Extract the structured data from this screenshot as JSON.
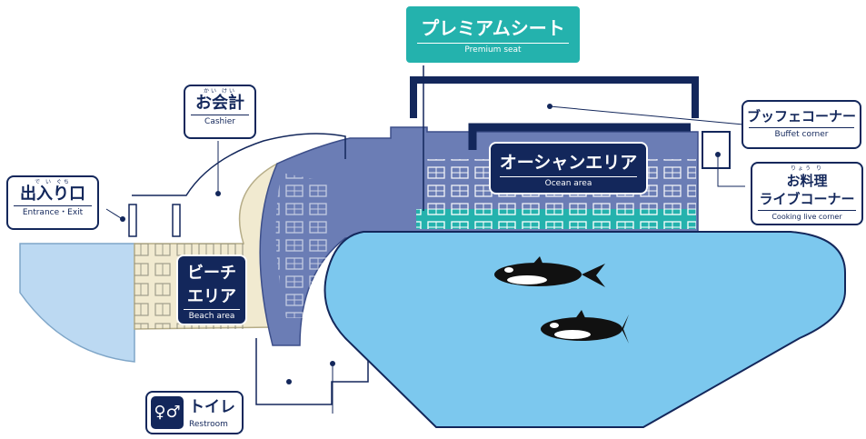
{
  "labels": {
    "premium_seat": {
      "jp": "プレミアムシート",
      "en": "Premium seat"
    },
    "buffet": {
      "jp": "ブッフェコーナー",
      "en": "Buffet corner"
    },
    "cooking": {
      "ruby": "りょう り",
      "jp1": "お料理",
      "jp2": "ライブコーナー",
      "en": "Cooking live corner"
    },
    "cashier": {
      "ruby": "かい けい",
      "jp": "お会計",
      "en": "Cashier"
    },
    "entrance": {
      "ruby": "で い ぐち",
      "jp": "出入り口",
      "en": "Entrance・Exit"
    },
    "ocean": {
      "jp": "オーシャンエリア",
      "en": "Ocean area"
    },
    "beach": {
      "jp1": "ビーチ",
      "jp2": "エリア",
      "en": "Beach area"
    },
    "restroom": {
      "jp": "トイレ",
      "en": "Restroom"
    }
  },
  "colors": {
    "navy": "#13275b",
    "ocean_area": "#6b7db5",
    "beach_area": "#f1ead0",
    "entrance_area": "#bcd9f2",
    "premium_row": "#24b2ad",
    "pool": "#7cc8ee"
  },
  "icons": {
    "orca": "orca-icon",
    "restroom": "restroom-icon"
  }
}
